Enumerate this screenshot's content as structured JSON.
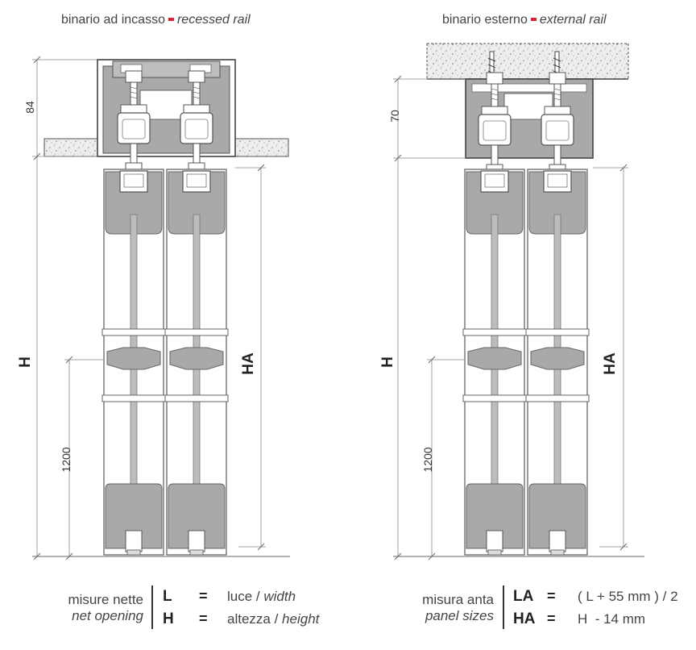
{
  "left": {
    "title_it": "binario ad incasso",
    "title_en": "recessed rail",
    "dim_top": "84",
    "dim_h": "H",
    "dim_ha": "HA",
    "dim_handle": "1200"
  },
  "right": {
    "title_it": "binario esterno",
    "title_en": "external rail",
    "dim_top": "70",
    "dim_h": "H",
    "dim_ha": "HA",
    "dim_handle": "1200"
  },
  "legend_left": {
    "label_it": "misure nette",
    "label_en": "net opening",
    "rows": [
      {
        "key": "L",
        "eq": "=",
        "it": "luce",
        "sep": " / ",
        "en": "width"
      },
      {
        "key": "H",
        "eq": "=",
        "it": "altezza",
        "sep": " / ",
        "en": "height"
      }
    ]
  },
  "legend_right": {
    "label_it": "misura anta",
    "label_en": "panel sizes",
    "rows": [
      {
        "key": "LA",
        "eq": "=",
        "value": "( L + 55 mm ) / 2"
      },
      {
        "key": "HA",
        "eq": "=",
        "value": "H  - 14 mm"
      }
    ]
  },
  "colors": {
    "accent": "#e02230",
    "panel_fill": "#a9a9a9",
    "line": "#555555",
    "dim_line": "#888888"
  }
}
